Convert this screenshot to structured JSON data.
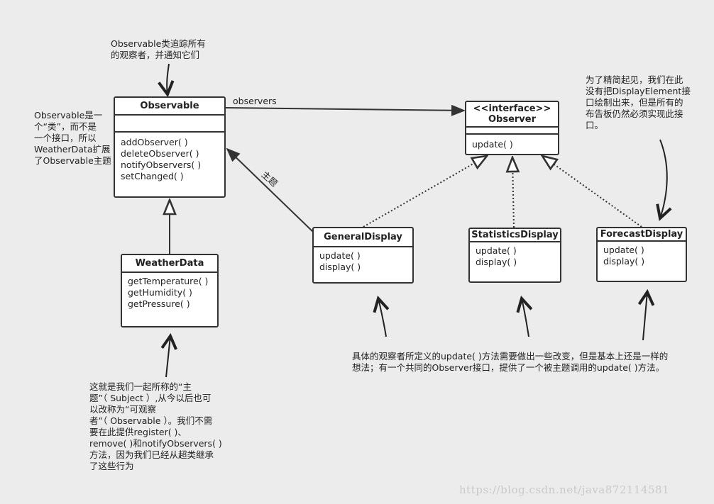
{
  "classes": {
    "observable": {
      "name": "Observable",
      "operations": [
        "addObserver( )",
        "deleteObserver( )",
        "notifyObservers( )",
        "setChanged( )"
      ]
    },
    "observer": {
      "stereotype": "<<interface>>",
      "name": "Observer",
      "operations": [
        "update( )"
      ]
    },
    "weather_data": {
      "name": "WeatherData",
      "operations": [
        "getTemperature( )",
        "getHumidity( )",
        "getPressure( )"
      ]
    },
    "general_display": {
      "name": "GeneralDisplay",
      "operations": [
        "update( )",
        "display( )"
      ]
    },
    "statistics_display": {
      "name": "StatisticsDisplay",
      "operations": [
        "update( )",
        "display( )"
      ]
    },
    "forecast_display": {
      "name": "ForecastDisplay",
      "operations": [
        "update( )",
        "display( )"
      ]
    }
  },
  "edges": {
    "observers_label": "observers",
    "subject_label": "主题"
  },
  "notes": {
    "top": "Observable类追踪所有\n的观察者，并通知它们",
    "left": "Observable是一\n个“类”，而不是\n一个接口，所以\nWeatherData扩展\n了Observable主题",
    "top_right": "为了精简起见，我们在此\n没有把DisplayElement接\n口绘制出来，但是所有的\n布告板仍然必须实现此接\n口。",
    "bottom_left": "这就是我们一起所称的“主\n题”（ Subject ）,从今以后也可\n以改称为“可观察\n者”（ Observable ）。我们不需\n要在此提供register( )、\nremove( )和notifyObservers( )\n方法，因为我们已经从超类继承\n了这些行为",
    "bottom_center": "具体的观察者所定义的update( )方法需要做出一些改变，但是基本上还是一样的\n 想法；有一个共同的Observer接口，提供了一个被主题调用的update( )方法。"
  },
  "watermark": "https://blog.csdn.net/java872114581",
  "colors": {
    "background": "#ececec",
    "line": "#333333",
    "box": "#ffffff"
  }
}
